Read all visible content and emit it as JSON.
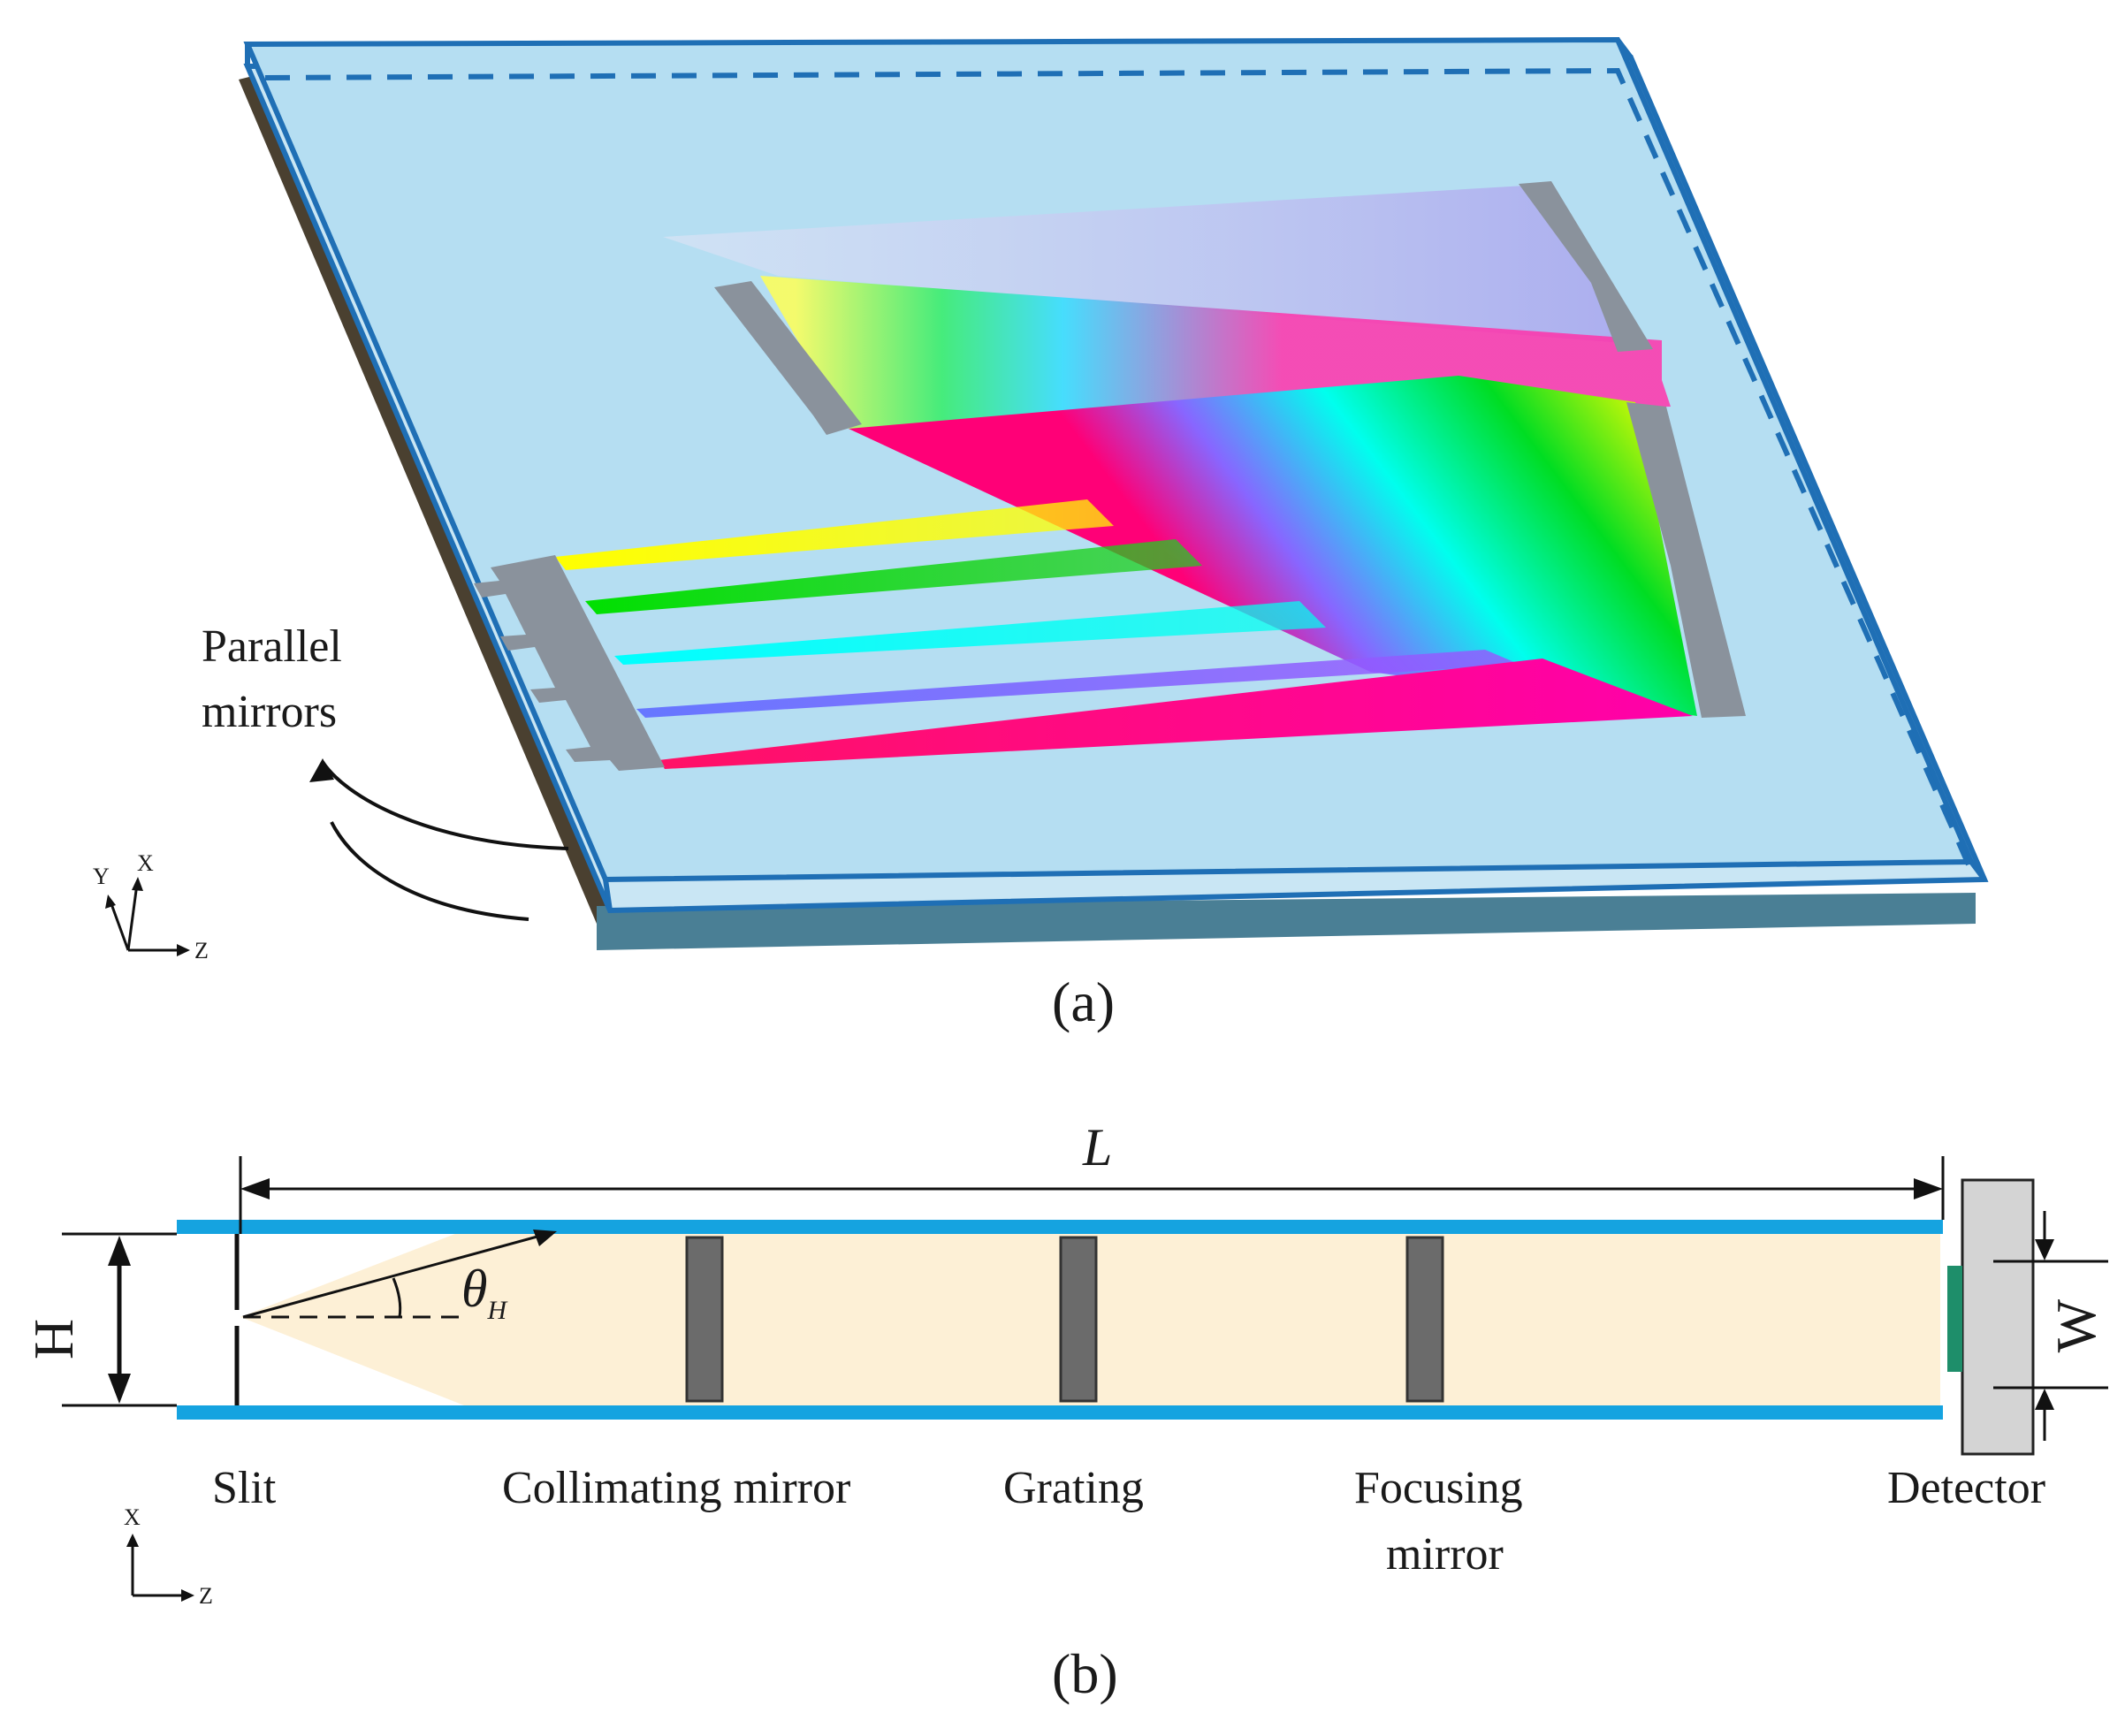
{
  "panel_a": {
    "caption": "(a)",
    "parallel_mirrors_label_line1": "Parallel",
    "parallel_mirrors_label_line2": "mirrors",
    "axis_y": "Y",
    "axis_x": "X",
    "axis_z": "Z",
    "colors": {
      "plate_fill": "#b5def2",
      "plate_edge": "#1f6fb5",
      "mirror_grey": "#8a929c",
      "base_dark": "#4a4030",
      "base_teal": "#4a7f95"
    }
  },
  "panel_b": {
    "caption": "(b)",
    "length_label": "L",
    "height_label": "H",
    "angle_label": "θ",
    "angle_subscript": "H",
    "width_label": "W",
    "components": {
      "slit": "Slit",
      "collimating_mirror": "Collimating mirror",
      "grating": "Grating",
      "focusing_mirror_line1": "Focusing",
      "focusing_mirror_line2": "mirror",
      "detector": "Detector"
    },
    "axis_x": "X",
    "axis_z": "Z",
    "colors": {
      "waveguide_plate": "#15a3e0",
      "beam_fill": "#fdf0d6",
      "mirror": "#6b6b6b",
      "detector_body": "#d4d4d4",
      "detector_sensor": "#1e8e6a"
    }
  }
}
